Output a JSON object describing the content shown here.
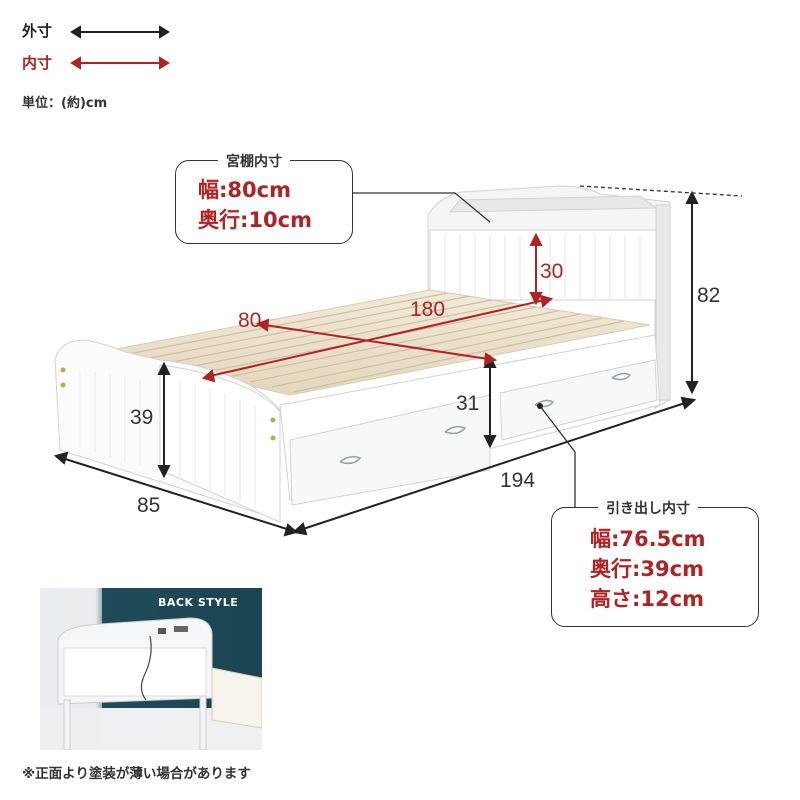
{
  "legend": {
    "outer_label": "外寸",
    "inner_label": "内寸",
    "outer_color": "#222222",
    "inner_color": "#b22222"
  },
  "unit_text": "単位：(約)cm",
  "dimensions": {
    "width_outer": "85",
    "length_outer": "194",
    "height_outer": "82",
    "footboard_height": "39",
    "under_bed_height": "31",
    "headboard_inner_height": "30",
    "inner_width": "80",
    "inner_length": "180"
  },
  "shelf_callout": {
    "title": "宮棚内寸",
    "lines": [
      "幅:80cm",
      "奥行:10cm"
    ]
  },
  "drawer_callout": {
    "title": "引き出し内寸",
    "lines": [
      "幅:76.5cm",
      "奥行:39cm",
      "高さ:12cm"
    ]
  },
  "photo": {
    "title": "BACK STYLE"
  },
  "note": "※正面より塗装が薄い場合があります"
}
